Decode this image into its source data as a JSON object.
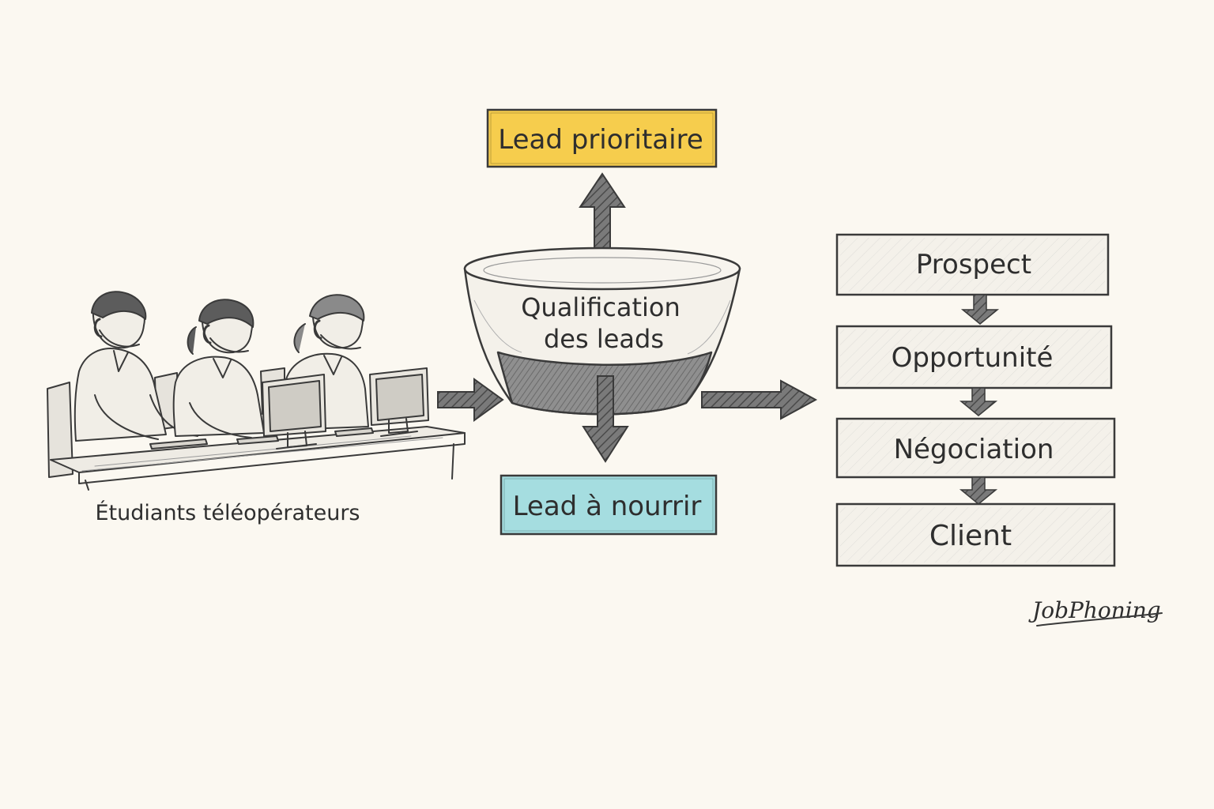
{
  "diagram": {
    "operators_label": "Étudiants téléopérateurs",
    "funnel_label_line1": "Qualification",
    "funnel_label_line2": "des leads",
    "priority_lead": "Lead prioritaire",
    "nurture_lead": "Lead à nourrir",
    "pipeline": [
      "Prospect",
      "Opportunité",
      "Négociation",
      "Client"
    ],
    "brand_signature": "JobPhoning"
  },
  "colors": {
    "background": "#fbf8f1",
    "ink": "#2e2e2e",
    "priority_fill": "#f6cd4d",
    "nurture_fill": "#a5dde0",
    "arrow_fill": "#5a5a5a"
  }
}
